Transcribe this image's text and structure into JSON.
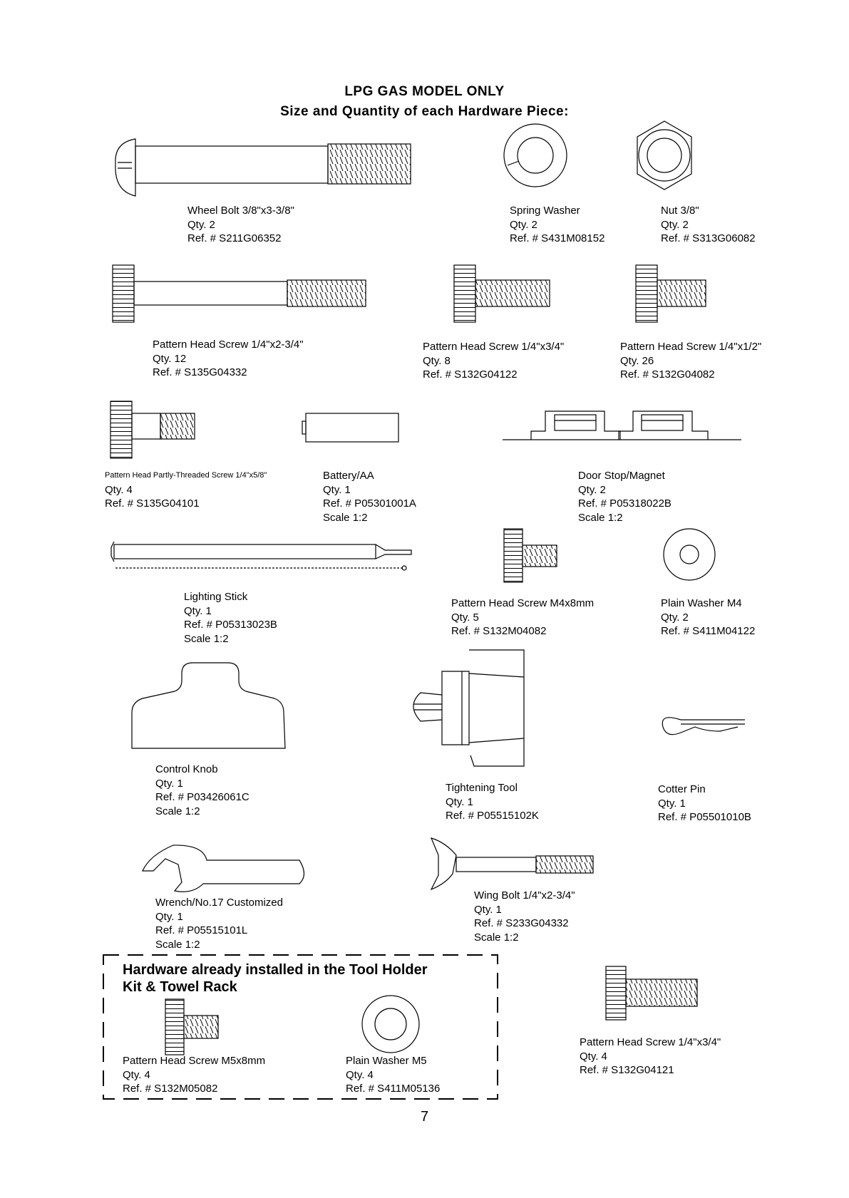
{
  "heading": {
    "line1": "LPG GAS MODEL ONLY",
    "line2": "Size and Quantity of each Hardware Piece:"
  },
  "parts": [
    {
      "name": "Wheel  Bolt  3/8\"x3-3/8\"",
      "qty": "Qty.  2",
      "ref": "Ref.  #  S211G06352",
      "scale": ""
    },
    {
      "name": "Spring  Washer",
      "qty": "Qty.  2",
      "ref": "Ref.  #  S431M08152",
      "scale": ""
    },
    {
      "name": "Nut  3/8\"",
      "qty": "Qty.  2",
      "ref": "Ref.  #  S313G06082",
      "scale": ""
    },
    {
      "name": "Pattern  Head  Screw  1/4\"x2-3/4\"",
      "qty": "Qty.  12",
      "ref": "Ref.  #  S135G04332",
      "scale": ""
    },
    {
      "name": "Pattern  Head  Screw  1/4\"x3/4\"",
      "qty": "Qty.  8",
      "ref": "Ref.  #  S132G04122",
      "scale": ""
    },
    {
      "name": "Pattern  Head  Screw  1/4\"x1/2\"",
      "qty": "Qty.  26",
      "ref": "Ref.  #  S132G04082",
      "scale": ""
    },
    {
      "name": "Pattern Head Partly-Threaded Screw  1/4\"x5/8\"",
      "qty": "Qty.  4",
      "ref": "Ref.  #  S135G04101",
      "scale": ""
    },
    {
      "name": "Battery/AA",
      "qty": "Qty.  1",
      "ref": "Ref.  #  P05301001A",
      "scale": "Scale  1:2"
    },
    {
      "name": "Door  Stop/Magnet",
      "qty": "Qty.  2",
      "ref": "Ref.  #  P05318022B",
      "scale": "Scale  1:2"
    },
    {
      "name": "Lighting  Stick",
      "qty": "Qty.  1",
      "ref": "Ref.  #  P05313023B",
      "scale": "Scale  1:2"
    },
    {
      "name": "Pattern  Head  Screw  M4x8mm",
      "qty": "Qty.  5",
      "ref": "Ref.  #  S132M04082",
      "scale": ""
    },
    {
      "name": "Plain  Washer  M4",
      "qty": "Qty.  2",
      "ref": "Ref.  #  S411M04122",
      "scale": ""
    },
    {
      "name": "Control  Knob",
      "qty": "Qty.  1",
      "ref": "Ref.  #  P03426061C",
      "scale": "Scale  1:2"
    },
    {
      "name": "Tightening  Tool",
      "qty": "Qty.  1",
      "ref": "Ref.  #  P05515102K",
      "scale": ""
    },
    {
      "name": "Cotter  Pin",
      "qty": "Qty.  1",
      "ref": "Ref.  #  P05501010B",
      "scale": ""
    },
    {
      "name": "Wrench/No.17  Customized",
      "qty": "Qty.  1",
      "ref": "Ref.  #  P05515101L",
      "scale": "Scale  1:2"
    },
    {
      "name": "Wing  Bolt  1/4\"x2-3/4\"",
      "qty": "Qty.  1",
      "ref": "Ref.  #  S233G04332",
      "scale": "Scale  1:2"
    },
    {
      "name": "Pattern  Head  Screw  1/4\"x3/4\"",
      "qty": "Qty.  4",
      "ref": "Ref.  #  S132G04121",
      "scale": ""
    }
  ],
  "preinstalled": {
    "title_line1": "Hardware already installed in the Tool Holder",
    "title_line2": "Kit & Towel Rack",
    "items": [
      {
        "name": "Pattern  Head  Screw  M5x8mm",
        "qty": "Qty.  4",
        "ref": "Ref.  #  S132M05082"
      },
      {
        "name": "Plain  Washer  M5",
        "qty": "Qty.  4",
        "ref": "Ref.  #  S411M05136"
      }
    ]
  },
  "page_number": "7"
}
